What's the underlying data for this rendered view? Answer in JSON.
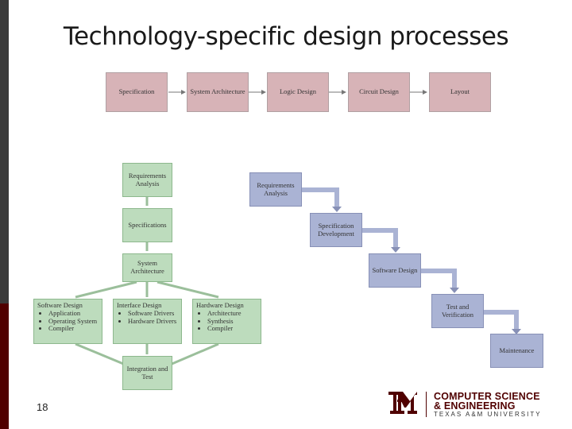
{
  "title": "Technology-specific design processes",
  "page_number": "18",
  "flow_top": [
    "Specification",
    "System Architecture",
    "Logic Design",
    "Circuit Design",
    "Layout"
  ],
  "tree": {
    "requirements": "Requirements Analysis",
    "specifications": "Specifications",
    "architecture": "System Architecture",
    "software": {
      "heading": "Software Design",
      "items": [
        "Application",
        "Operating System",
        "Compiler"
      ]
    },
    "interface": {
      "heading": "Interface Design",
      "items": [
        "Software Drivers",
        "Hardware Drivers"
      ]
    },
    "hardware": {
      "heading": "Hardware Design",
      "items": [
        "Architecture",
        "Synthesis",
        "Compiler"
      ]
    },
    "integration": "Integration and Test"
  },
  "waterfall": [
    "Requirements Analysis",
    "Specification Development",
    "Software Design",
    "Test and Verification",
    "Maintenance"
  ],
  "logo": {
    "line1": "COMPUTER SCIENCE",
    "line2": "& ENGINEERING",
    "line3": "TEXAS A&M UNIVERSITY",
    "color": "#500000"
  }
}
